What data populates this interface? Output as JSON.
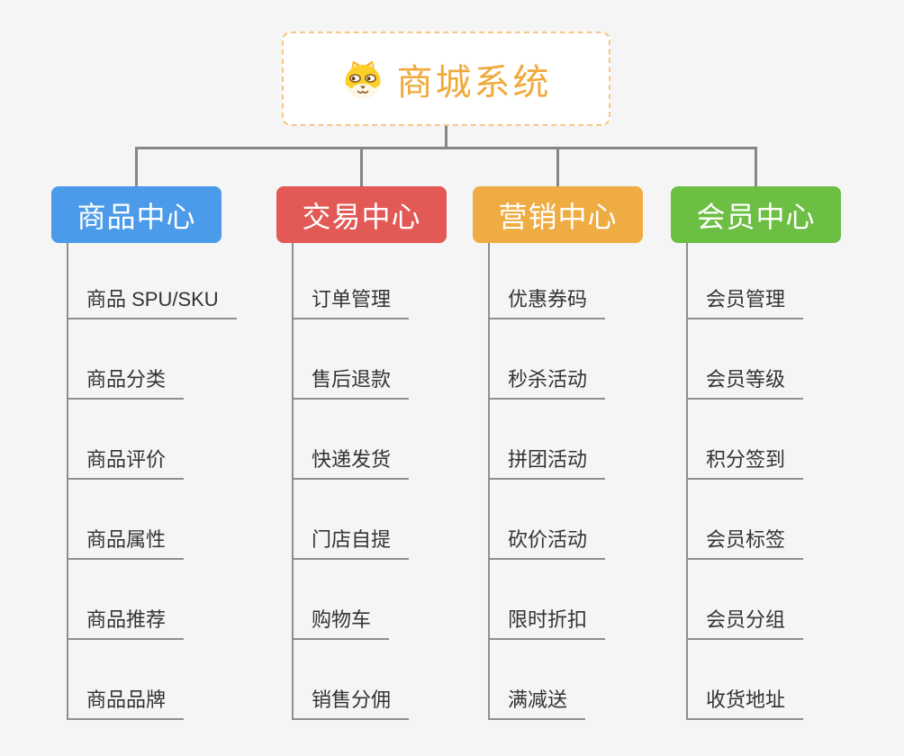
{
  "root": {
    "title": "商城系统",
    "icon": "dog-face-icon"
  },
  "branches": [
    {
      "label": "商品中心",
      "color": "#4c9aea",
      "items": [
        "商品 SPU/SKU",
        "商品分类",
        "商品评价",
        "商品属性",
        "商品推荐",
        "商品品牌"
      ]
    },
    {
      "label": "交易中心",
      "color": "#e25955",
      "items": [
        "订单管理",
        "售后退款",
        "快递发货",
        "门店自提",
        "购物车",
        "销售分佣"
      ]
    },
    {
      "label": "营销中心",
      "color": "#efac43",
      "items": [
        "优惠券码",
        "秒杀活动",
        "拼团活动",
        "砍价活动",
        "限时折扣",
        "满减送"
      ]
    },
    {
      "label": "会员中心",
      "color": "#6cbf43",
      "items": [
        "会员管理",
        "会员等级",
        "积分签到",
        "会员标签",
        "会员分组",
        "收货地址"
      ]
    }
  ],
  "colors": {
    "background": "#f5f5f6",
    "connector": "#868686",
    "underline": "#8f8f8f",
    "root_text": "#f0a93c",
    "root_border": "#f5c687",
    "item_text": "#333333"
  }
}
